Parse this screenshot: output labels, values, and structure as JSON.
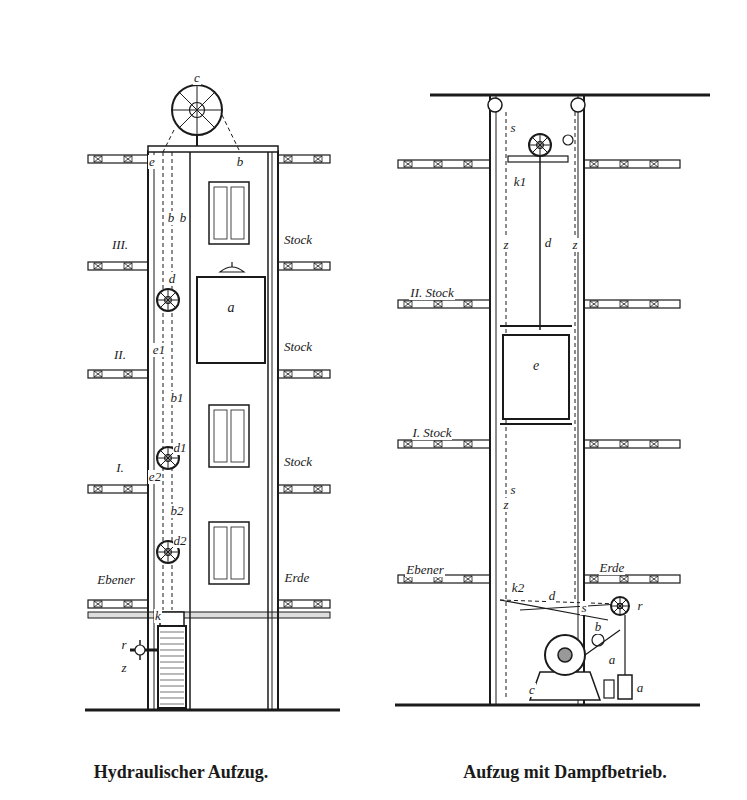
{
  "diagram": {
    "nodes": [
      {
        "text": [
          "a"
        ]
      },
      {
        "text": [
          "e"
        ]
      }
    ],
    "labels": [
      "c",
      "e",
      "b",
      "b",
      "b",
      "III.",
      "Stock",
      "d",
      "II.",
      "Stock",
      "e1",
      "b1",
      "d1",
      "e2",
      "I.",
      "Stock",
      "b2",
      "d2",
      "Ebener",
      "Erde",
      "k",
      "r",
      "z",
      "Hydraulischer Aufzug.",
      "s",
      "k1",
      "II. Stock",
      "d",
      "z",
      "z",
      "I. Stock",
      "s",
      "z",
      "Ebener",
      "Erde",
      "k2",
      "d",
      "s",
      "r",
      "b",
      "a",
      "a",
      "c",
      "Aufzug mit Dampfbetrieb."
    ]
  }
}
